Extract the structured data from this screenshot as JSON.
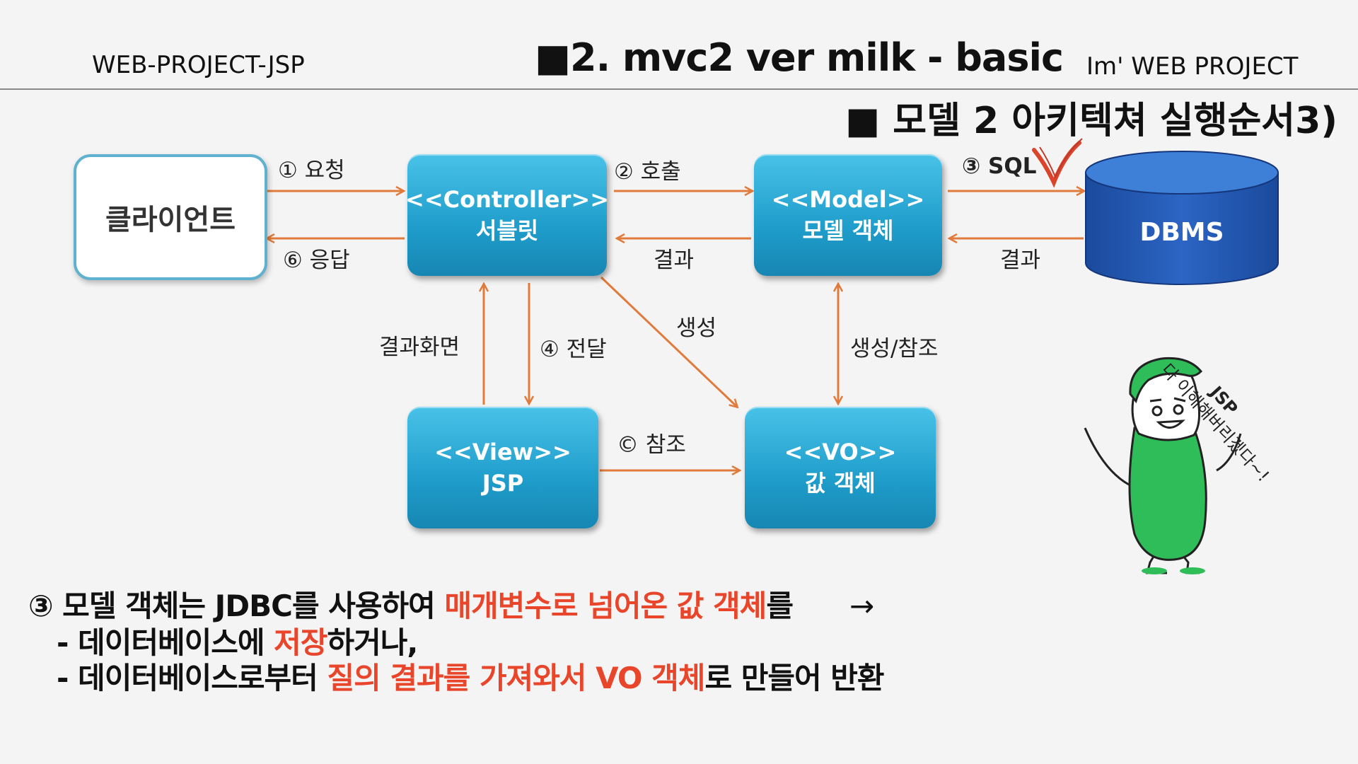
{
  "header": {
    "left": "WEB-PROJECT-JSP",
    "center": "■2. mvc2 ver  milk - basic",
    "right": "Im' WEB PROJECT"
  },
  "subtitle": "■ 모델 2 아키텍쳐 실행순서3)",
  "diagram": {
    "client": "클라이언트",
    "controller": {
      "line1": "<<Controller>>",
      "line2": "서블릿"
    },
    "model": {
      "line1": "<<Model>>",
      "line2": "모델 객체"
    },
    "dbms": "DBMS",
    "view": {
      "line1": "<<View>>",
      "line2": "JSP"
    },
    "vo": {
      "line1": "<<VO>>",
      "line2": "값 객체"
    },
    "labels": {
      "request": "① 요청",
      "response": "⑥ 응답",
      "call": "② 호출",
      "result1": "결과",
      "sql": "③ SQL",
      "result2": "결과",
      "result_screen": "결과화면",
      "forward": "④ 전달",
      "create": "생성",
      "create_ref": "생성/참조",
      "ref": "© 참조"
    }
  },
  "character_speech": {
    "line1": "JSP",
    "line2": "다 이해해버리겠다~!"
  },
  "footnote": {
    "line1": {
      "a": "③ 모델 객체는 JDBC를 사용하여 ",
      "b": "매개변수로 넘어온 값 객체",
      "c": "를",
      "arrow": "→"
    },
    "line2": {
      "a": "-  데이터베이스에 ",
      "b": "저장",
      "c": "하거나,"
    },
    "line3": {
      "a": "-  데이터베이스로부터 ",
      "b": "질의 결과를 가져와서 VO 객체",
      "c": "로 만들어 반환"
    }
  },
  "colors": {
    "accent": "#e8452a",
    "box": "#1f9dcb",
    "arrow": "#e07b3c",
    "dbms": "#1f52a8",
    "character": "#2ebd59"
  }
}
